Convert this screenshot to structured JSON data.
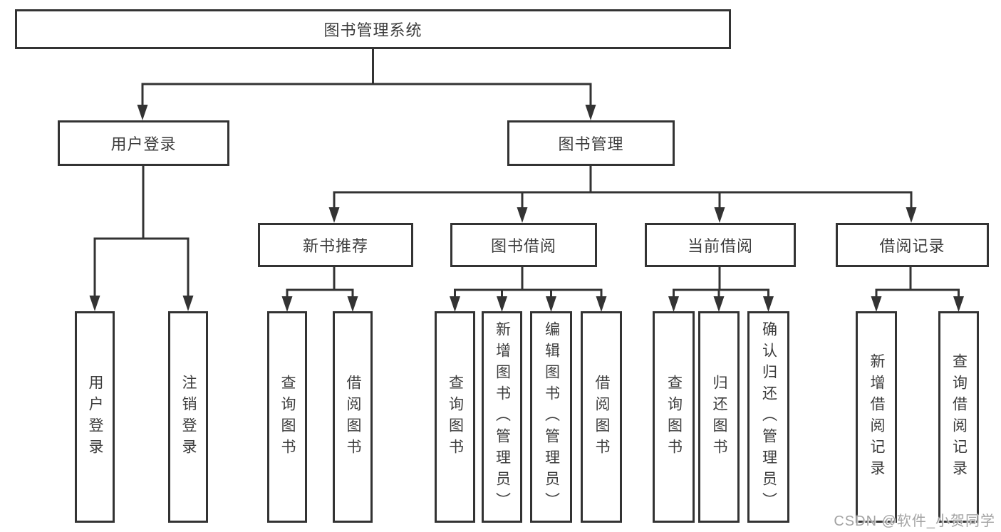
{
  "diagram": {
    "root": {
      "label": "图书管理系统",
      "children": [
        {
          "label": "用户登录",
          "children": [
            {
              "label": "用户登录"
            },
            {
              "label": "注销登录"
            }
          ]
        },
        {
          "label": "图书管理",
          "children": [
            {
              "label": "新书推荐",
              "children": [
                {
                  "label": "查询图书"
                },
                {
                  "label": "借阅图书"
                }
              ]
            },
            {
              "label": "图书借阅",
              "children": [
                {
                  "label": "查询图书"
                },
                {
                  "label": "新增图书（管理员）"
                },
                {
                  "label": "编辑图书（管理员）"
                },
                {
                  "label": "借阅图书"
                }
              ]
            },
            {
              "label": "当前借阅",
              "children": [
                {
                  "label": "查询图书"
                },
                {
                  "label": "归还图书"
                },
                {
                  "label": "确认归还（管理员）"
                }
              ]
            },
            {
              "label": "借阅记录",
              "children": [
                {
                  "label": "新增借阅记录"
                },
                {
                  "label": "查询借阅记录"
                }
              ]
            }
          ]
        }
      ]
    }
  },
  "watermark": "CSDN @软件_小贺同学",
  "colors": {
    "line": "#333333",
    "text": "#3c3c3c",
    "watermark": "#a3a3a3",
    "background": "#ffffff"
  }
}
